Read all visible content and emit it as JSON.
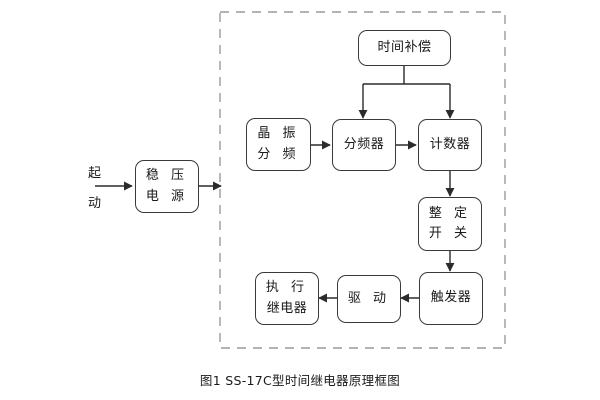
{
  "figure": {
    "caption": "图1  SS-17C型时间继电器原理框图",
    "enclosure_name": "dashed-enclosure",
    "colors": {
      "line": "#3a3a3a",
      "dashed_border": "#9a9a9a",
      "text": "#1a1a1a",
      "background": "#ffffff"
    }
  },
  "input": {
    "label_line1": "起",
    "label_line2": "动"
  },
  "blocks": {
    "power": {
      "line1": "稳 压",
      "line2": "电 源"
    },
    "time_compensation": {
      "line1": "时间补偿"
    },
    "crystal": {
      "line1": "晶 振",
      "line2": "分 频"
    },
    "divider": {
      "line1": "分频器"
    },
    "counter": {
      "line1": "计数器"
    },
    "setting_switch": {
      "line1": "整 定",
      "line2": "开 关"
    },
    "trigger": {
      "line1": "触发器"
    },
    "drive": {
      "line1": "驱 动"
    },
    "output_relay": {
      "line1": "执 行",
      "line2": "继电器"
    }
  }
}
